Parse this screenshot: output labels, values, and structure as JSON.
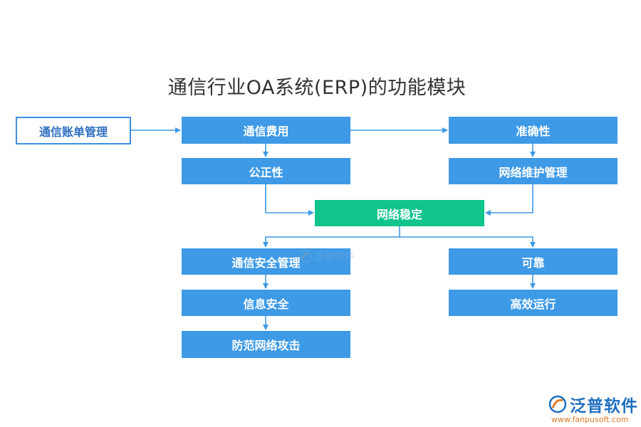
{
  "title": "通信行业OA系统(ERP)的功能模块",
  "nodes": {
    "billing": "通信账单管理",
    "fees": "通信费用",
    "fairness": "公正性",
    "accuracy": "准确性",
    "maintenance": "网络维护管理",
    "stable": "网络稳定",
    "security_mgmt": "通信安全管理",
    "info_security": "信息安全",
    "anti_attack": "防范网络攻击",
    "reliable": "可靠",
    "efficient": "高效运行"
  },
  "watermark": {
    "brand": "泛普软件",
    "url": "www.fanpusoft.com"
  },
  "colors": {
    "box_blue": "#3e9ae6",
    "box_green": "#11c48c",
    "outline": "#3e8fe0",
    "connector": "#3e9ae6"
  }
}
